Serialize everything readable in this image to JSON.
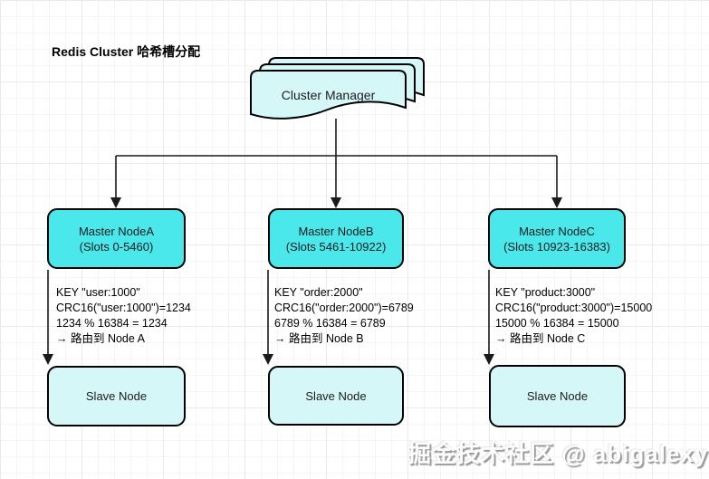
{
  "page": {
    "title": "Redis Cluster 哈希槽分配",
    "watermark": "掘金技术社区 @ abigalexy"
  },
  "cluster_manager": {
    "label": "Cluster Manager"
  },
  "masters": [
    {
      "name": "Master NodeA",
      "slots": "(Slots 0-5460)"
    },
    {
      "name": "Master NodeB",
      "slots": "(Slots 5461-10922)"
    },
    {
      "name": "Master NodeC",
      "slots": "(Slots 10923-16383)"
    }
  ],
  "routing": [
    {
      "lines": [
        "KEY \"user:1000\"",
        "CRC16(\"user:1000\")=1234",
        "1234 % 16384 = 1234",
        "→ 路由到 Node A"
      ]
    },
    {
      "lines": [
        "KEY \"order:2000\"",
        "CRC16(\"order:2000\")=6789",
        "6789 % 16384 = 6789",
        "→ 路由到 Node B"
      ]
    },
    {
      "lines": [
        "KEY \"product:3000\"",
        "CRC16(\"product:3000\")=15000",
        "15000 % 16384 = 15000",
        "→ 路由到 Node C"
      ]
    }
  ],
  "slaves": [
    {
      "label": "Slave Node"
    },
    {
      "label": "Slave Node"
    },
    {
      "label": "Slave Node"
    }
  ],
  "colors": {
    "master_fill": "#4ae7eb",
    "document_and_slave_fill": "#d6f7f8",
    "border": "#000000",
    "connector": "#1a1a1a",
    "watermark_text": "#fdfdfd",
    "watermark_shadow": "#9a9a9a"
  }
}
